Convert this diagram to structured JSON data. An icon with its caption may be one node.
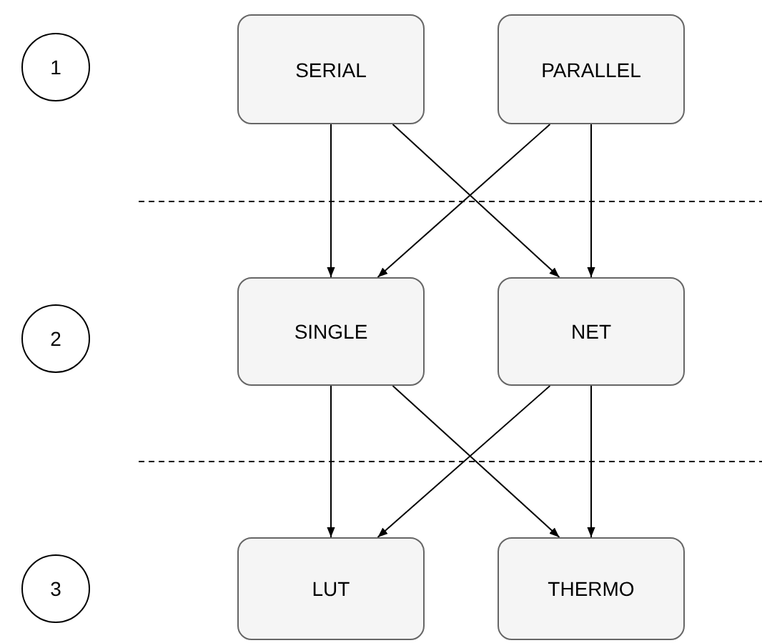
{
  "diagram": {
    "nodes": [
      {
        "text": [
          "1"
        ]
      },
      {
        "text": [
          "SERIAL"
        ]
      },
      {
        "text": [
          "PARALLEL"
        ]
      },
      {
        "text": [
          "2"
        ]
      },
      {
        "text": [
          "SINGLE"
        ]
      },
      {
        "text": [
          "NET"
        ]
      },
      {
        "text": [
          "3"
        ]
      },
      {
        "text": [
          "LUT"
        ]
      },
      {
        "text": [
          "THERMO"
        ]
      }
    ],
    "edges": [
      {
        "from": 1,
        "to": 4,
        "arrow": "to"
      },
      {
        "from": 1,
        "to": 5,
        "arrow": "to"
      },
      {
        "from": 2,
        "to": 4,
        "arrow": "to"
      },
      {
        "from": 2,
        "to": 5,
        "arrow": "to"
      },
      {
        "from": 4,
        "to": 7,
        "arrow": "to"
      },
      {
        "from": 4,
        "to": 8,
        "arrow": "to"
      },
      {
        "from": 5,
        "to": 7,
        "arrow": "to"
      },
      {
        "from": 5,
        "to": 8,
        "arrow": "to"
      }
    ]
  }
}
